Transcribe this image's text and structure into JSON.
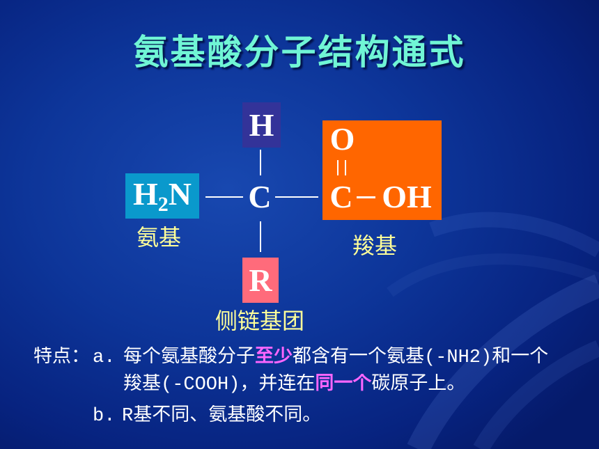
{
  "slide": {
    "title": "氨基酸分子结构通式",
    "colors": {
      "title": "#70f5d5",
      "label": "#ffff99",
      "text": "#ffffff",
      "highlight": "#ff66ff"
    }
  },
  "structure": {
    "hydrogen": "H",
    "amino_group": {
      "h": "H",
      "subscript": "2",
      "n": "N"
    },
    "alpha_carbon": "C",
    "carboxyl_group": {
      "oxygen": "O",
      "carbon": "C",
      "hydroxyl": "OH"
    },
    "r_group": "R",
    "box_colors": {
      "hydrogen": "#333399",
      "amino_group": "#0a99cc",
      "carboxyl_group": "#ff6600",
      "r_group": "#ff6b7b"
    }
  },
  "labels": {
    "amino_group": "氨基",
    "carboxyl_group": "羧基",
    "side_chain": "侧链基团"
  },
  "features": {
    "heading": "特点：",
    "a": {
      "marker": "a.",
      "line1": {
        "before": "每个氨基酸分子",
        "highlight": "至少",
        "after": "都含有一个氨基(-NH2)和一个"
      },
      "line2": {
        "before": "羧基(-COOH)，并连在",
        "highlight": "同一个",
        "after": "碳原子上。"
      }
    },
    "b": {
      "marker": "b.",
      "text": "R基不同、氨基酸不同。"
    }
  }
}
